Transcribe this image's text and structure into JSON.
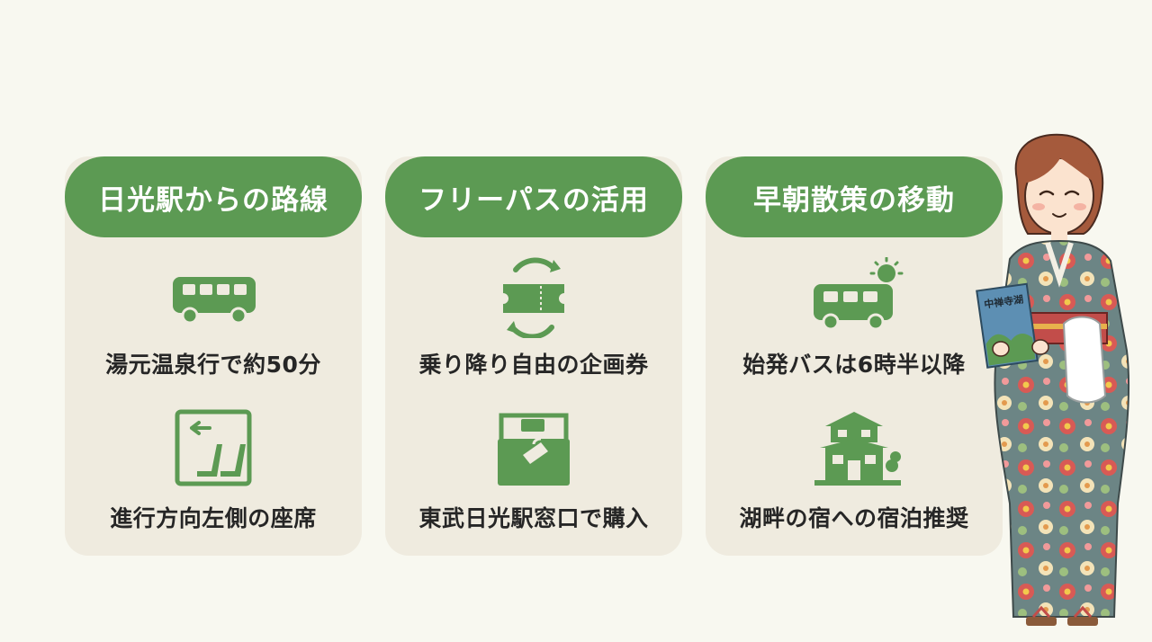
{
  "colors": {
    "background": "#f8f8f0",
    "card_fill": "#efebdf",
    "header_fill": "#5c9a53",
    "icon": "#5c9a53",
    "text": "#262626"
  },
  "cards": [
    {
      "title": "日光駅からの路線",
      "items": [
        {
          "icon": "bus-icon",
          "text": "湯元温泉行で約50分"
        },
        {
          "icon": "seat-left-arrow-icon",
          "text": "進行方向左側の座席"
        }
      ]
    },
    {
      "title": "フリーパスの活用",
      "items": [
        {
          "icon": "ticket-cycle-icon",
          "text": "乗り降り自由の企画券"
        },
        {
          "icon": "ticket-counter-icon",
          "text": "東武日光駅窓口で購入"
        }
      ]
    },
    {
      "title": "早朝散策の移動",
      "items": [
        {
          "icon": "bus-sun-icon",
          "text": "始発バスは6時半以降"
        },
        {
          "icon": "lakeside-inn-icon",
          "text": "湖畔の宿への宿泊推奨"
        }
      ]
    }
  ],
  "guide": {
    "figure": "kimono-woman-illustration",
    "pamphlet_text": "中禅寺湖"
  }
}
